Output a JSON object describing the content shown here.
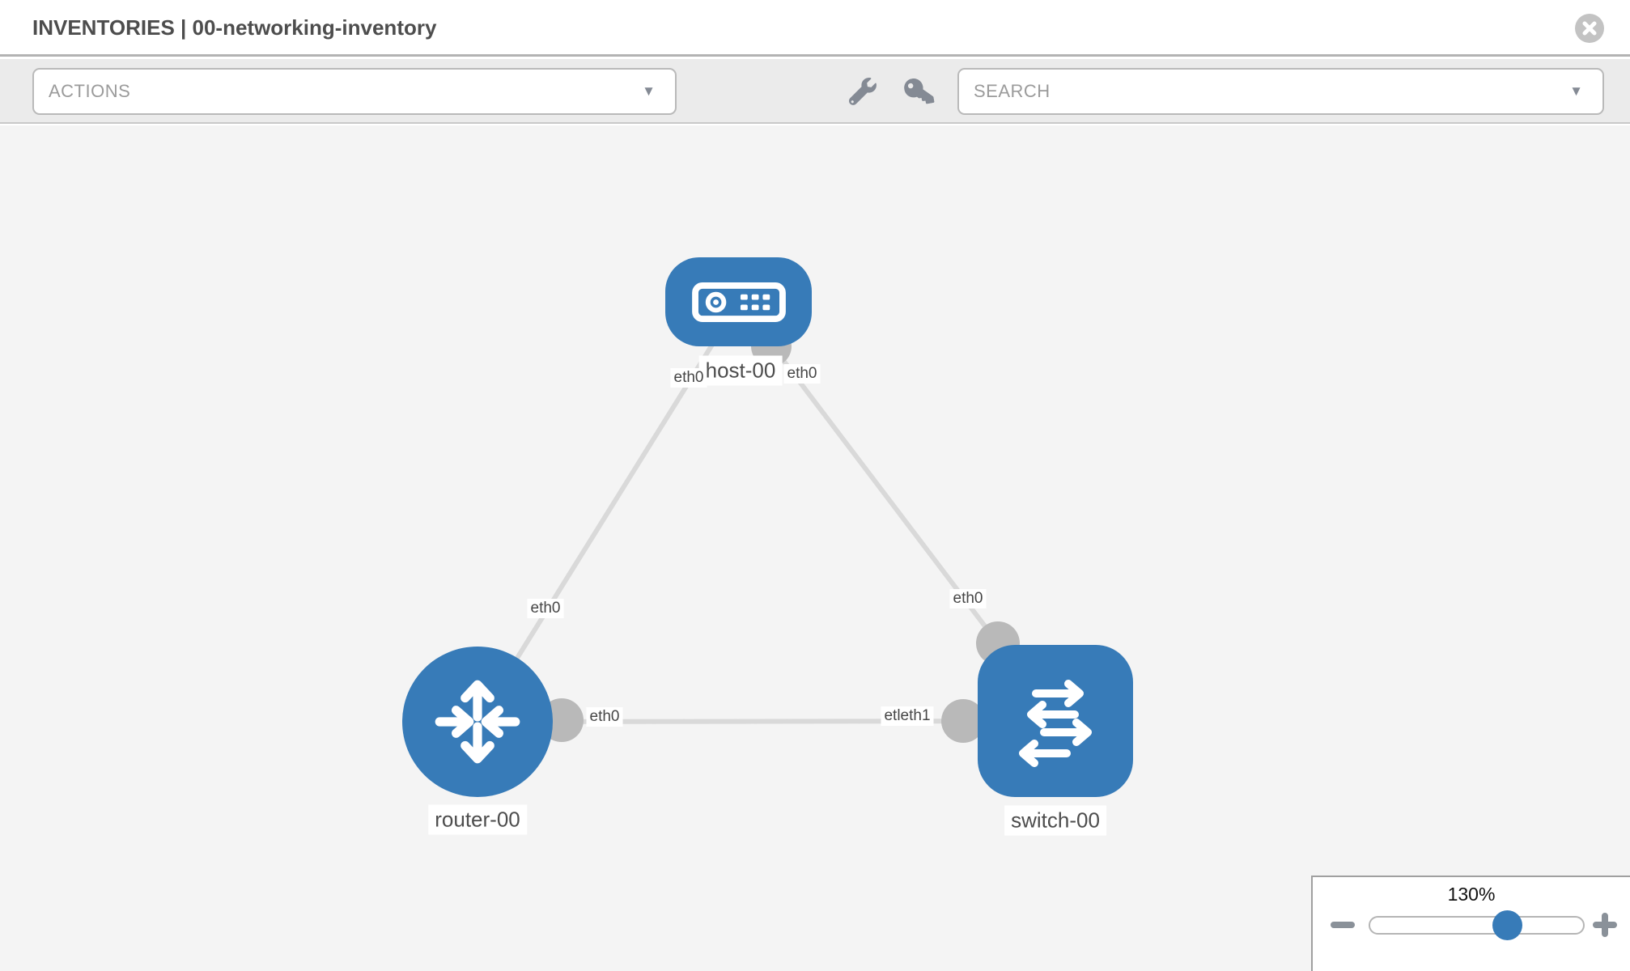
{
  "header": {
    "title": "INVENTORIES | 00-networking-inventory"
  },
  "toolbar": {
    "actions_placeholder": "ACTIONS",
    "search_placeholder": "SEARCH",
    "caret_glyph": "▼"
  },
  "topology": {
    "nodes": [
      {
        "label": "host-00",
        "type": "host"
      },
      {
        "label": "router-00",
        "type": "router"
      },
      {
        "label": "switch-00",
        "type": "switch"
      }
    ],
    "links": [
      {
        "from": "host-00",
        "to": "router-00"
      },
      {
        "from": "host-00",
        "to": "switch-00"
      },
      {
        "from": "router-00",
        "to": "switch-00"
      }
    ],
    "interface_labels": [
      {
        "text": "eth0",
        "position": "host-side-of-host-router-link"
      },
      {
        "text": "eth0",
        "position": "host-side-of-host-switch-link"
      },
      {
        "text": "eth0",
        "position": "middle-of-host-router-link"
      },
      {
        "text": "eth0",
        "position": "middle-of-host-switch-link"
      },
      {
        "text": "eth0",
        "position": "router-side-of-router-switch-link"
      },
      {
        "text": "etleth1",
        "position": "switch-side-of-router-switch-link-overlapping-labels"
      }
    ]
  },
  "zoom_control": {
    "value": "130%",
    "percent": 130
  },
  "icons": {
    "close": "circle-x",
    "wrench": "wrench",
    "key": "key",
    "caret": "caret-down",
    "zoom_out": "minus",
    "zoom_in": "plus"
  },
  "colors": {
    "node_blue": "#377bb8",
    "link_gray": "#d9d9d9",
    "connector_gray": "#b9b9b9",
    "toolbar_bg": "#ebebeb",
    "canvas_bg": "#f4f4f4"
  }
}
